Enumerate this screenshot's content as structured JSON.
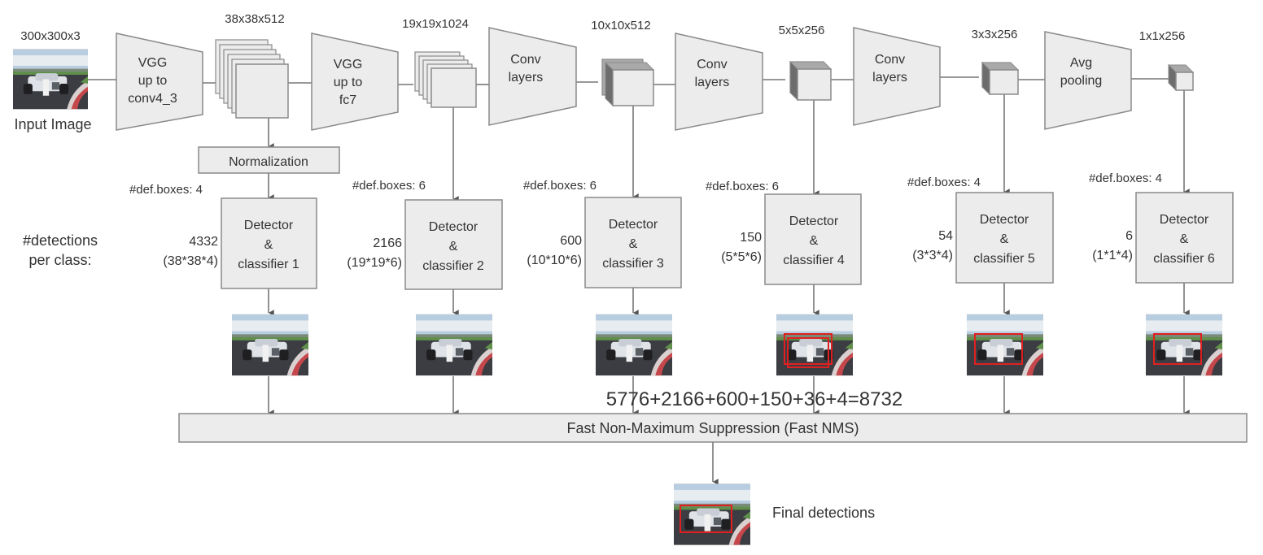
{
  "input": {
    "dims": "300x300x3",
    "label": "Input Image"
  },
  "blocks": [
    {
      "id": "vgg1",
      "lines": [
        "VGG",
        "up to",
        "conv4_3"
      ]
    },
    {
      "id": "vgg2",
      "lines": [
        "VGG",
        "up to",
        "fc7"
      ]
    },
    {
      "id": "conv1",
      "lines": [
        "Conv",
        "layers"
      ]
    },
    {
      "id": "conv2",
      "lines": [
        "Conv",
        "layers"
      ]
    },
    {
      "id": "conv3",
      "lines": [
        "Conv",
        "layers"
      ]
    },
    {
      "id": "avgpool",
      "lines": [
        "Avg",
        "pooling"
      ]
    }
  ],
  "feature_maps": [
    {
      "dims": "38x38x512",
      "layers": 6
    },
    {
      "dims": "19x19x1024",
      "layers": 5
    },
    {
      "dims": "10x10x512",
      "layers": 3
    },
    {
      "dims": "5x5x256",
      "layers": 2
    },
    {
      "dims": "3x3x256",
      "layers": 2
    },
    {
      "dims": "1x1x256",
      "layers": 1
    }
  ],
  "normalization": {
    "label": "Normalization"
  },
  "detections_label": [
    "#detections",
    "per class:"
  ],
  "detectors": [
    {
      "def_boxes": "#def.boxes: 4",
      "count": "4332",
      "formula": "(38*38*4)",
      "lines": [
        "Detector",
        "&",
        "classifier 1"
      ],
      "boxes": 0
    },
    {
      "def_boxes": "#def.boxes: 6",
      "count": "2166",
      "formula": "(19*19*6)",
      "lines": [
        "Detector",
        "&",
        "classifier 2"
      ],
      "boxes": 0
    },
    {
      "def_boxes": "#def.boxes: 6",
      "count": "600",
      "formula": "(10*10*6)",
      "lines": [
        "Detector",
        "&",
        "classifier 3"
      ],
      "boxes": 0
    },
    {
      "def_boxes": "#def.boxes: 6",
      "count": "150",
      "formula": "(5*5*6)",
      "lines": [
        "Detector",
        "&",
        "classifier 4"
      ],
      "boxes": 2
    },
    {
      "def_boxes": "#def.boxes: 4",
      "count": "54",
      "formula": "(3*3*4)",
      "lines": [
        "Detector",
        "&",
        "classifier 5"
      ],
      "boxes": 1
    },
    {
      "def_boxes": "#def.boxes: 4",
      "count": "6",
      "formula": "(1*1*4)",
      "lines": [
        "Detector",
        "&",
        "classifier 6"
      ],
      "boxes": 1
    }
  ],
  "total_formula": "5776+2166+600+150+36+4=8732",
  "nms": {
    "label": "Fast Non-Maximum Suppression (Fast NMS)"
  },
  "final": {
    "label": "Final detections"
  },
  "colors": {
    "block_fill": "#ececec",
    "stroke": "#8a8a8a",
    "dark_face": "#6d6d6d",
    "mid_face": "#a9a9a9",
    "detection_box": "#e02020"
  }
}
